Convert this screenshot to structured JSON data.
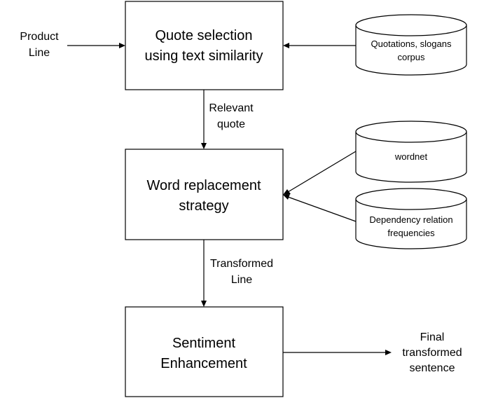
{
  "boxes": {
    "quote_selection": [
      "Quote selection",
      "using text similarity"
    ],
    "word_replacement": [
      "Word replacement",
      "strategy"
    ],
    "sentiment_enhancement": [
      "Sentiment",
      "Enhancement"
    ]
  },
  "databases": {
    "quotations_corpus": [
      "Quotations, slogans",
      "corpus"
    ],
    "wordnet": [
      "wordnet"
    ],
    "dependency_frequencies": [
      "Dependency relation",
      "frequencies"
    ]
  },
  "labels": {
    "product_line": [
      "Product",
      "Line"
    ],
    "relevant_quote": [
      "Relevant",
      "quote"
    ],
    "transformed_line": [
      "Transformed",
      "Line"
    ],
    "final_sentence": [
      "Final",
      "transformed",
      "sentence"
    ]
  }
}
